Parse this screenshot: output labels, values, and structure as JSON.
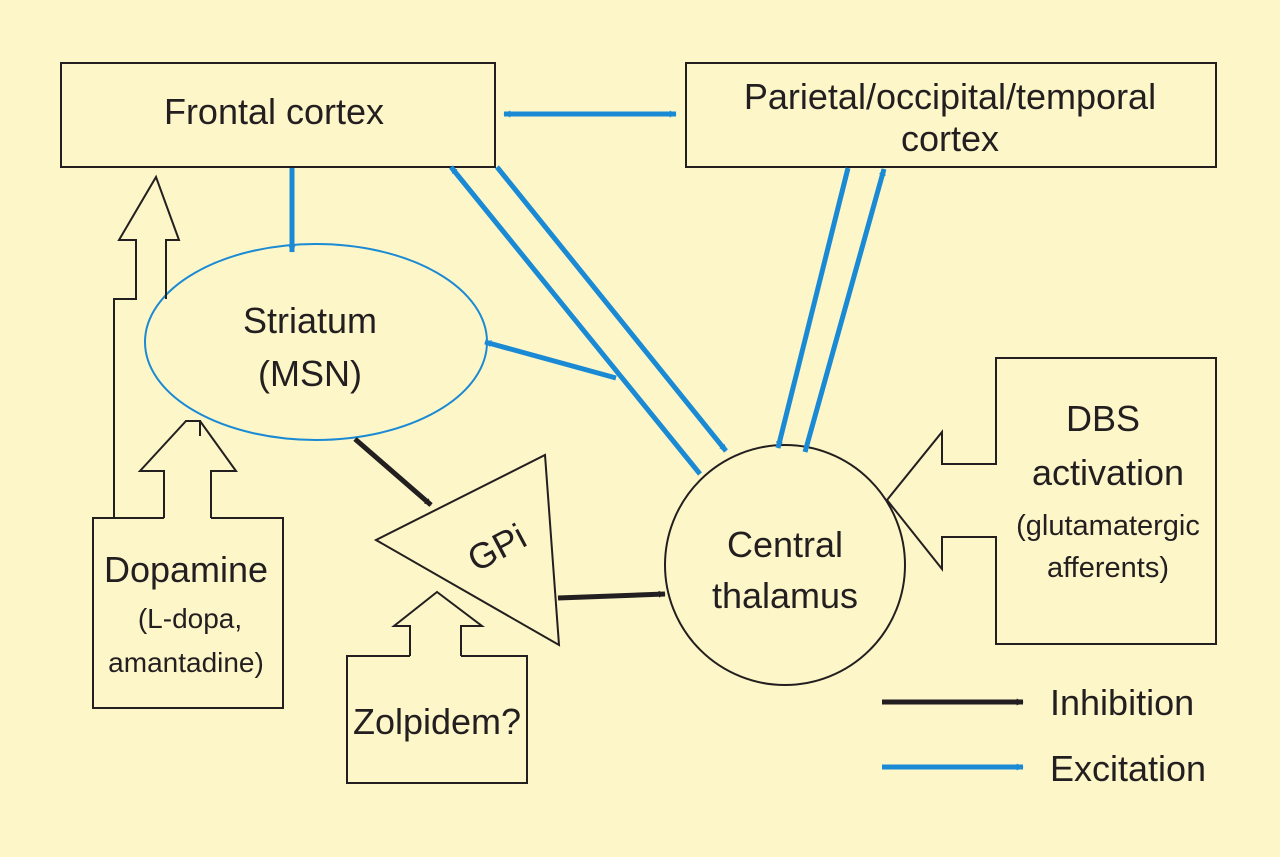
{
  "colors": {
    "background": "#fdf6c8",
    "excitation": "#1a8ad4",
    "inhibition": "#231f20",
    "outline": "#231f20"
  },
  "nodes": {
    "frontal_cortex": "Frontal cortex",
    "parietal_line1": "Parietal/occipital/temporal",
    "parietal_line2": "cortex",
    "striatum_line1": "Striatum",
    "striatum_line2": "(MSN)",
    "gpi": "GPi",
    "thalamus_line1": "Central",
    "thalamus_line2": "thalamus",
    "dbs_line1": "DBS",
    "dbs_line2": "activation",
    "dbs_line3": "(glutamatergic",
    "dbs_line4": "afferents)",
    "dopamine_line1": "Dopamine",
    "dopamine_line2": "(L-dopa,",
    "dopamine_line3": "amantadine)",
    "zolpidem": "Zolpidem?"
  },
  "legend": {
    "inhibition": "Inhibition",
    "excitation": "Excitation"
  }
}
